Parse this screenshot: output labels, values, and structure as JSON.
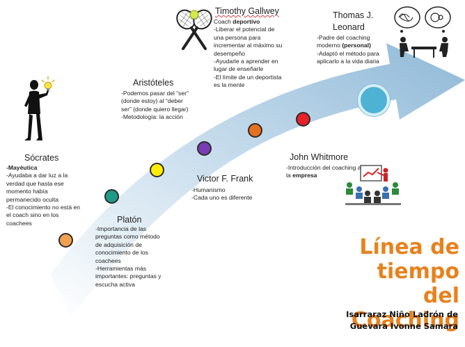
{
  "colors": {
    "arrow_light": "#eef5fa",
    "arrow_mid": "#a6c8e0",
    "title_orange": "#e8821e",
    "dot_orange": "#f0a050",
    "dot_teal": "#1e9a88",
    "dot_yellow": "#ffee00",
    "dot_purple": "#7a3cb4",
    "dot_dark_orange": "#e5701e",
    "dot_red": "#e8202a",
    "dot_big_blue": "#4eb2d4"
  },
  "milestones": [
    {
      "id": "socrates",
      "name": "Sócrates",
      "dot_color": "#f0a050",
      "notes": [
        "-Mayéutica",
        "-Ayudaba a dar luz a la verdad que hasta ese momento había permanecido oculta",
        "-El conocimiento no está en el coach sino en los coachees"
      ]
    },
    {
      "id": "platon",
      "name": "Platón",
      "dot_color": "#1e9a88",
      "notes": [
        "-Importancia de las preguntas como método de adquisición de conocimiento de los coachees",
        "-Herramientas más importantes: preguntas y escucha activa"
      ]
    },
    {
      "id": "aristoteles",
      "name": "Aristóteles",
      "dot_color": "#ffee00",
      "notes": [
        "-Podemos pasar del “ser” (donde estoy) al “deber ser” (donde quiero llegar)",
        "-Metodología: la acción"
      ]
    },
    {
      "id": "frankl",
      "name": "Victor F. Frank",
      "dot_color": "#7a3cb4",
      "notes": [
        "-Humanismo",
        "-Cada uno es diferente"
      ]
    },
    {
      "id": "gallwey",
      "name": "Timothy Gallwey",
      "dot_color": "#e5701e",
      "notes_first_plain": "Coach ",
      "notes_first_bold": "deportivo",
      "notes": [
        "-Liberar el potencial de una persona para incrementar al máximo su desempeño",
        "-Ayudarle a aprender en lugar de enseñarle",
        "-El límite de un deportista es la mente"
      ]
    },
    {
      "id": "whitmore",
      "name": "John Whitmore",
      "dot_color": "#e8202a",
      "notes_plain": "-Introducción del coaching a la ",
      "notes_bold": "empresa"
    },
    {
      "id": "leonard",
      "name": "Thomas J. Leonard",
      "dot_color": "#4eb2d4",
      "notes_first_plain": "-Padre del coaching moderno  ",
      "notes_first_bold": "(personal)",
      "notes": [
        "-Adaptó el método para aplicarlo a la vida diaria"
      ]
    }
  ],
  "title_lines": [
    "Línea de",
    "tiempo del",
    "Coaching"
  ],
  "author_lines": [
    "Isarraraz Niño Ladrón de",
    "Guevara Ivonne Samara"
  ],
  "icons": {
    "socrates": "thinking-person-icon",
    "gallwey": "tennis-rackets-icon",
    "leonard": "coaching-conversation-icon",
    "whitmore": "presentation-audience-icon"
  }
}
